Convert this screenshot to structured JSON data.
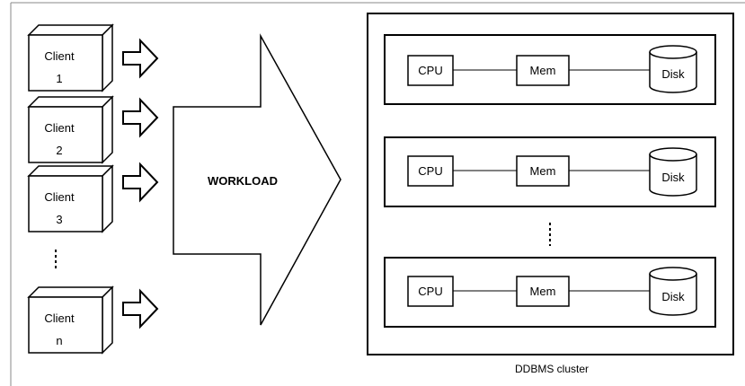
{
  "clients": [
    {
      "label": "Client",
      "index": "1"
    },
    {
      "label": "Client",
      "index": "2"
    },
    {
      "label": "Client",
      "index": "3"
    },
    {
      "label": "Client",
      "index": "n"
    }
  ],
  "workload": {
    "label": "WORKLOAD"
  },
  "cluster": {
    "caption": "DDBMS cluster",
    "nodes": [
      {
        "cpu": "CPU",
        "mem": "Mem",
        "disk": "Disk"
      },
      {
        "cpu": "CPU",
        "mem": "Mem",
        "disk": "Disk"
      },
      {
        "cpu": "CPU",
        "mem": "Mem",
        "disk": "Disk"
      }
    ]
  }
}
